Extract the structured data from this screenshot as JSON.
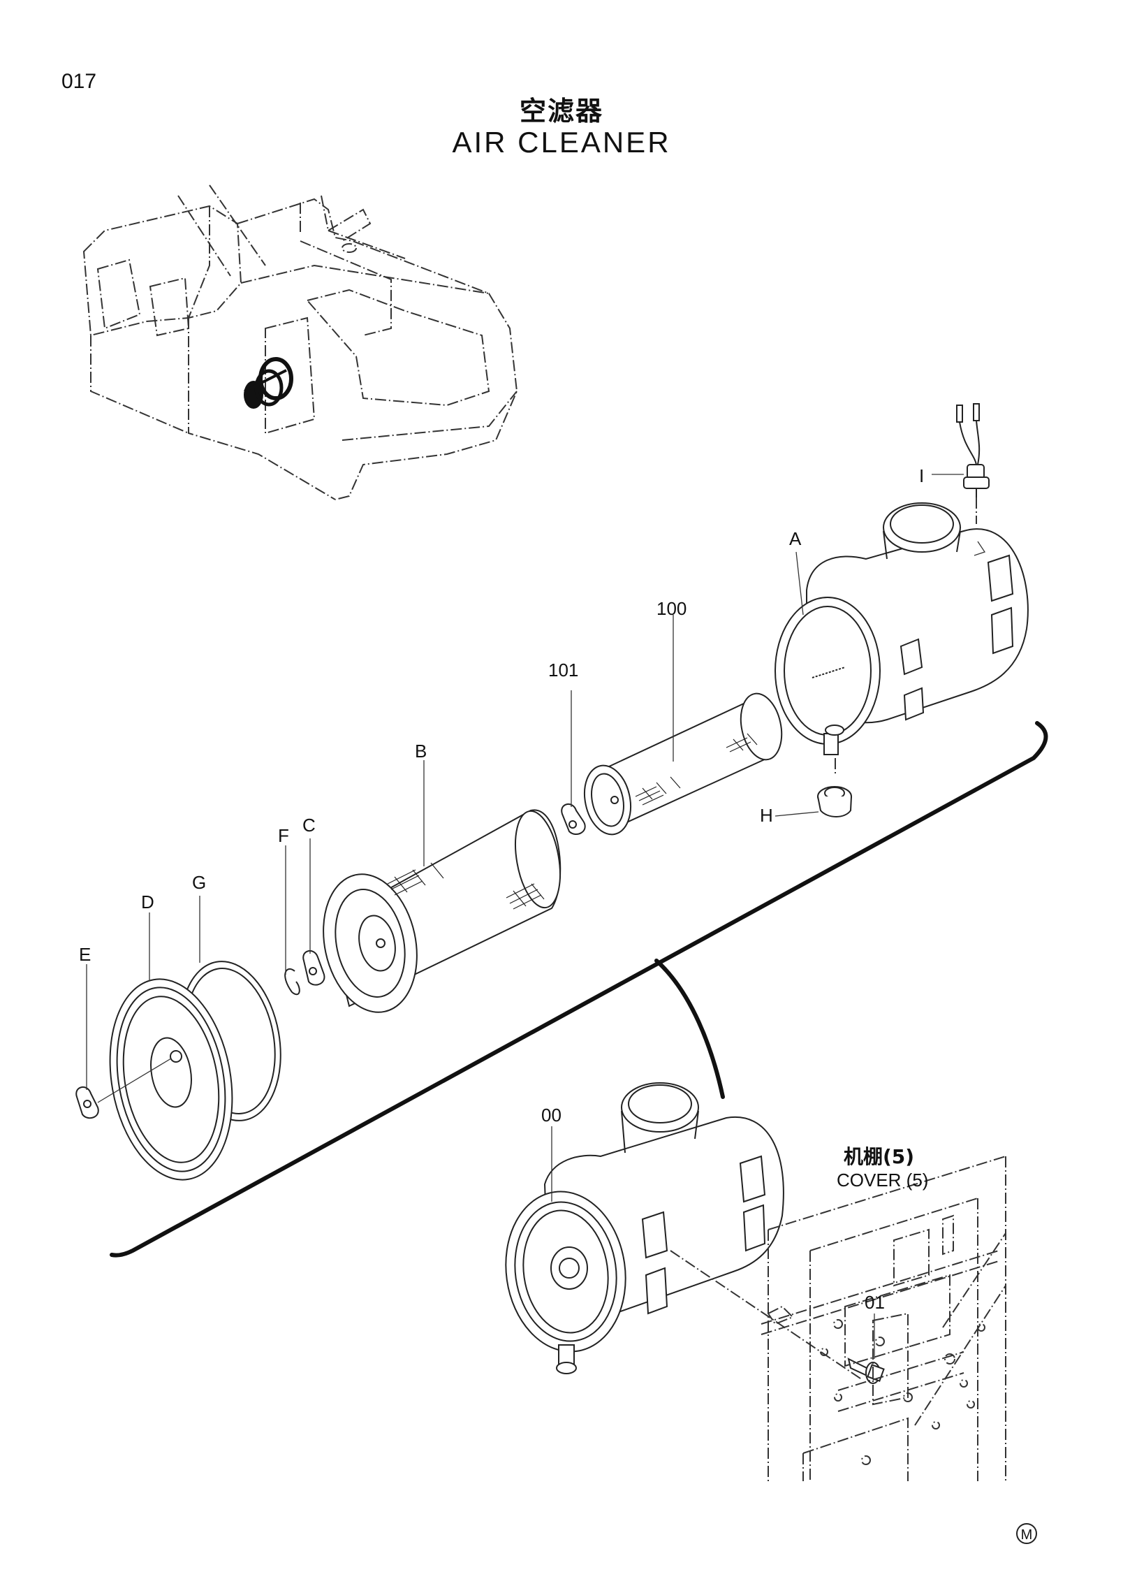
{
  "page_number": "017",
  "title_cn": "空滤器",
  "title_en": "AIR CLEANER",
  "callouts": {
    "A": "A",
    "B": "B",
    "C": "C",
    "D": "D",
    "E": "E",
    "F": "F",
    "G": "G",
    "H": "H",
    "I": "I",
    "p100": "100",
    "p101": "101",
    "p00": "00",
    "p01": "01"
  },
  "cover": {
    "cn": "机棚(5)",
    "en": "COVER (5)"
  },
  "mark": "M"
}
